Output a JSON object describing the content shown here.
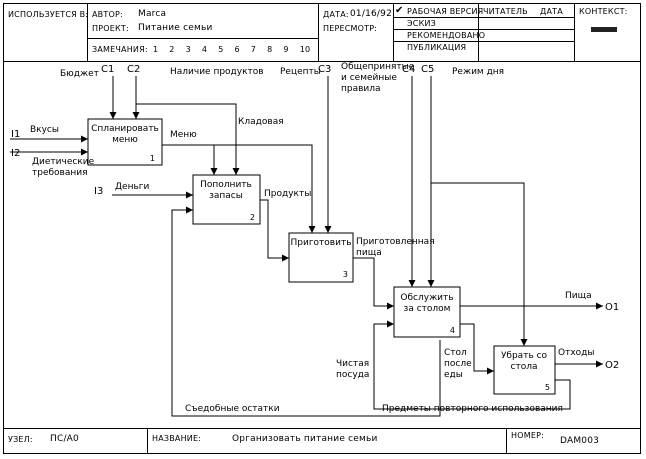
{
  "header": {
    "used_at_label": "ИСПОЛЬЗУЕТСЯ В:",
    "author_label": "АВТОР:",
    "author_value": "Marca",
    "project_label": "ПРОЕКТ:",
    "project_value": "Питание семьи",
    "notes_label": "ЗАМЕЧАНИЯ:",
    "notes_numbers": [
      "1",
      "2",
      "3",
      "4",
      "5",
      "6",
      "7",
      "8",
      "9",
      "10"
    ],
    "date_label": "ДАТА:",
    "date_value": "01/16/92",
    "rev_label": "ПЕРЕСМОТР:",
    "status": [
      {
        "label": "РАБОЧАЯ ВЕРСИЯ",
        "checked": true
      },
      {
        "label": "ЭСКИЗ",
        "checked": false
      },
      {
        "label": "РЕКОМЕНДОВАНО",
        "checked": false
      },
      {
        "label": "ПУБЛИКАЦИЯ",
        "checked": false
      }
    ],
    "check_mark": "✔",
    "reader_label": "ЧИТАТЕЛЬ",
    "reader_date_label": "ДАТА",
    "context_label": "КОНТЕКСТ:"
  },
  "footer": {
    "node_label": "УЗЕЛ:",
    "node_value": "ПС/А0",
    "title_label": "НАЗВАНИЕ:",
    "title_value": "Организовать питание семьи",
    "number_label": "НОМЕР:",
    "number_value": "DAM003"
  },
  "diagram": {
    "blocks": [
      {
        "id": "b1",
        "lines": [
          "Спланировать",
          "меню"
        ],
        "num": "1"
      },
      {
        "id": "b2",
        "lines": [
          "Пополнить",
          "запасы"
        ],
        "num": "2"
      },
      {
        "id": "b3",
        "lines": [
          "Приготовить"
        ],
        "num": "3"
      },
      {
        "id": "b4",
        "lines": [
          "Обслужить",
          "за столом"
        ],
        "num": "4"
      },
      {
        "id": "b5",
        "lines": [
          "Убрать со",
          "стола"
        ],
        "num": "5"
      }
    ],
    "labels": {
      "c1": "C1",
      "c2": "C2",
      "c3": "C3",
      "c4": "C4",
      "c5": "C5",
      "i1": "I1",
      "i2": "I2",
      "i3": "I3",
      "o1": "O1",
      "o2": "O2",
      "budget": "Бюджет",
      "products_available": "Наличие продуктов",
      "recipes": "Рецепты",
      "rules": [
        "Общепринятые",
        "и семейные",
        "правила"
      ],
      "day_mode": "Режим дня",
      "tastes": "Вкусы",
      "diet": [
        "Диетические",
        "требования"
      ],
      "menu": "Меню",
      "pantry": "Кладовая",
      "money": "Деньги",
      "products": "Продукты",
      "cooked_food": [
        "Приготовленная",
        "пища"
      ],
      "food": "Пища",
      "waste": "Отходы",
      "clean_dishes": [
        "Чистая",
        "посуда"
      ],
      "table_after": [
        "Стол",
        "после",
        "еды"
      ],
      "edible_leftovers": "Съедобные остатки",
      "reusable_items": "Предметы повторного использования"
    }
  }
}
